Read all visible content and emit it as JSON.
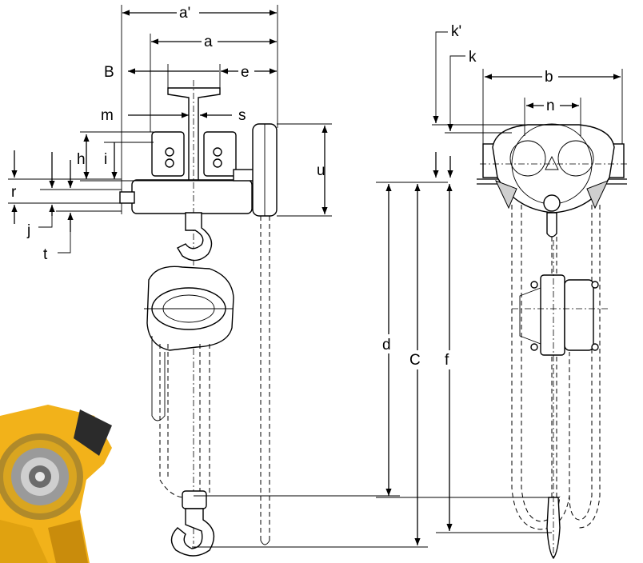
{
  "labels": {
    "a_prime": "a'",
    "a": "a",
    "B": "B",
    "e": "e",
    "m": "m",
    "s": "s",
    "h": "h",
    "i": "i",
    "u": "u",
    "r": "r",
    "j": "j",
    "t": "t",
    "d": "d",
    "C": "C",
    "f": "f",
    "k_prime": "k'",
    "k": "k",
    "b": "b",
    "n": "n"
  },
  "colors": {
    "line": "#000000",
    "photo_yellow": "#f2b21a",
    "photo_gray": "#9a9a9a",
    "photo_dark": "#2b2b2b"
  }
}
